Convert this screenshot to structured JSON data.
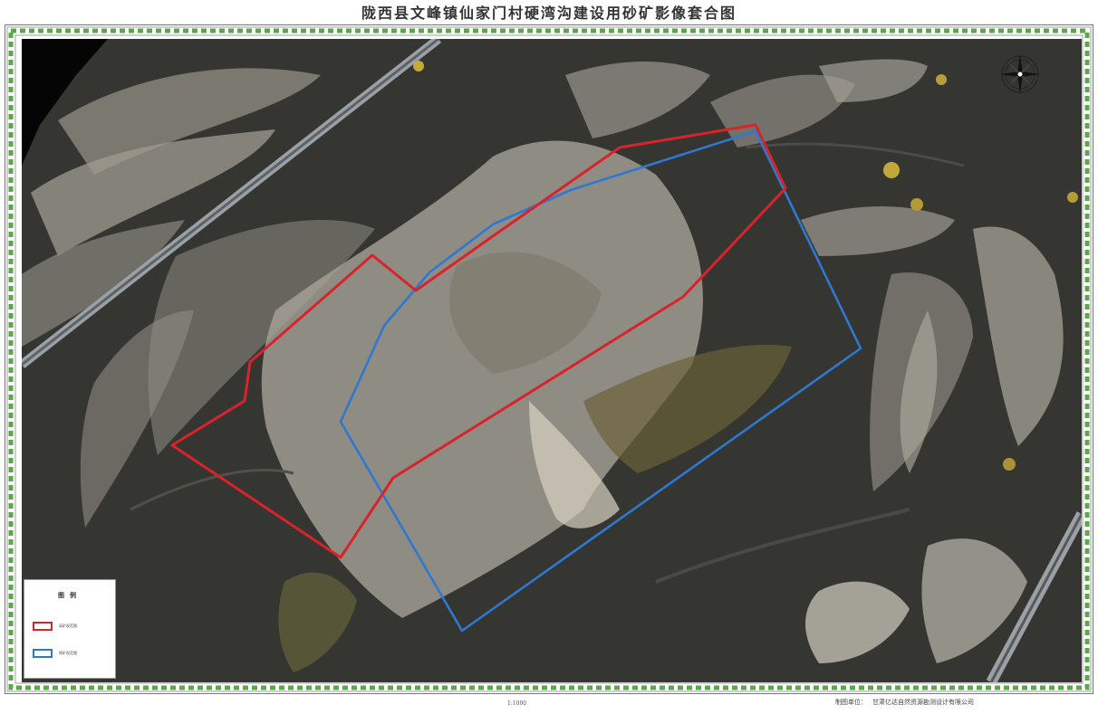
{
  "map": {
    "title": "陇西县文峰镇仙家门村硬湾沟建设用砂矿影像套合图",
    "legend": {
      "title": "图例",
      "items": [
        {
          "label": "采矿权范围",
          "color": "#d9232a"
        },
        {
          "label": "探矿权范围",
          "color": "#2f78d0"
        }
      ]
    },
    "scale_text": "1:1000",
    "credit_label": "制图单位：",
    "credit_org": "甘肃亿达自然资源勘测设计有限公司",
    "compass_icon": "compass-rose-icon",
    "colors": {
      "red_boundary": "#d9232a",
      "blue_boundary": "#2f78d0",
      "frame_dash": "#5aa84a"
    }
  }
}
